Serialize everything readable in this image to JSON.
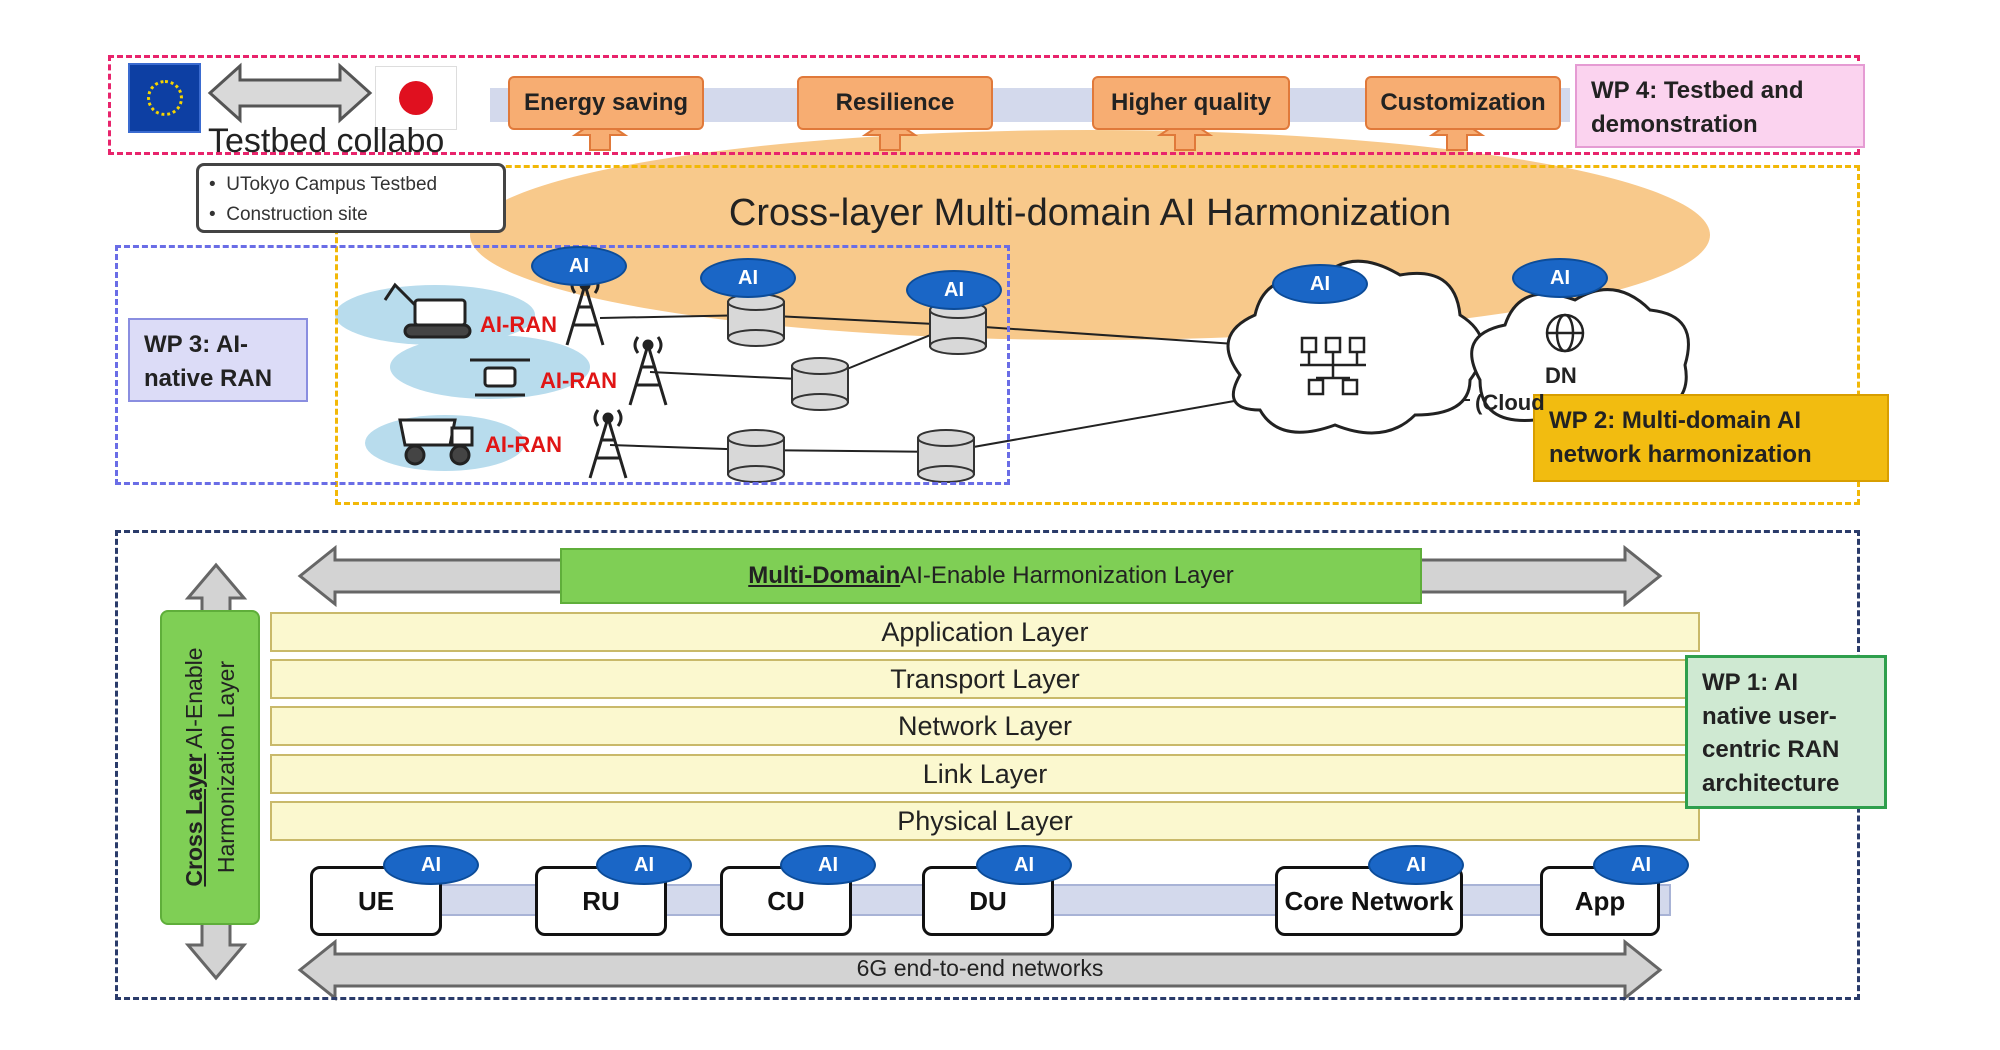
{
  "top_banner": {
    "testbed_collabo": "Testbed collabo",
    "testbed_items": [
      "UTokyo Campus Testbed",
      "Construction site"
    ],
    "goals": [
      "Energy saving",
      "Resilience",
      "Higher quality",
      "Customization"
    ],
    "wp4": "WP 4: Testbed and demonstration"
  },
  "middle": {
    "harmonization_title": "Cross-layer Multi-domain AI Harmonization",
    "wp3": "WP 3: AI-native RAN",
    "wp2": "WP 2: Multi-domain AI network harmonization",
    "ai_badge": "AI",
    "ai_ran_labels": [
      "AI-RAN",
      "AI-RAN",
      "AI-RAN"
    ],
    "dn_label": "DN",
    "cloud_label": "(Cloud"
  },
  "bottom": {
    "multi_domain_bold": "Multi-Domain ",
    "multi_domain_rest": "AI-Enable Harmonization Layer",
    "layers": [
      "Application Layer",
      "Transport Layer",
      "Network Layer",
      "Link Layer",
      "Physical Layer"
    ],
    "cross_layer_bold": "Cross Layer",
    "cross_layer_rest": " AI-Enable",
    "cross_layer_line2": "Harmonization Layer",
    "wp1": "WP 1: AI native user-centric RAN architecture",
    "nodes": [
      "UE",
      "RU",
      "CU",
      "DU",
      "Core Network",
      "App"
    ],
    "e2e_label": "6G end-to-end networks"
  },
  "colors": {
    "wp4_border": "#e8246c",
    "wp2_border": "#f2b807",
    "wp3_border": "#6a6de6",
    "bottom_border": "#2a3b6a",
    "ai_badge": "#1a66c6",
    "ai_ran_text": "#e01515",
    "harmonization_ellipse": "#f8c98b",
    "green_layer": "#7fcf55"
  }
}
